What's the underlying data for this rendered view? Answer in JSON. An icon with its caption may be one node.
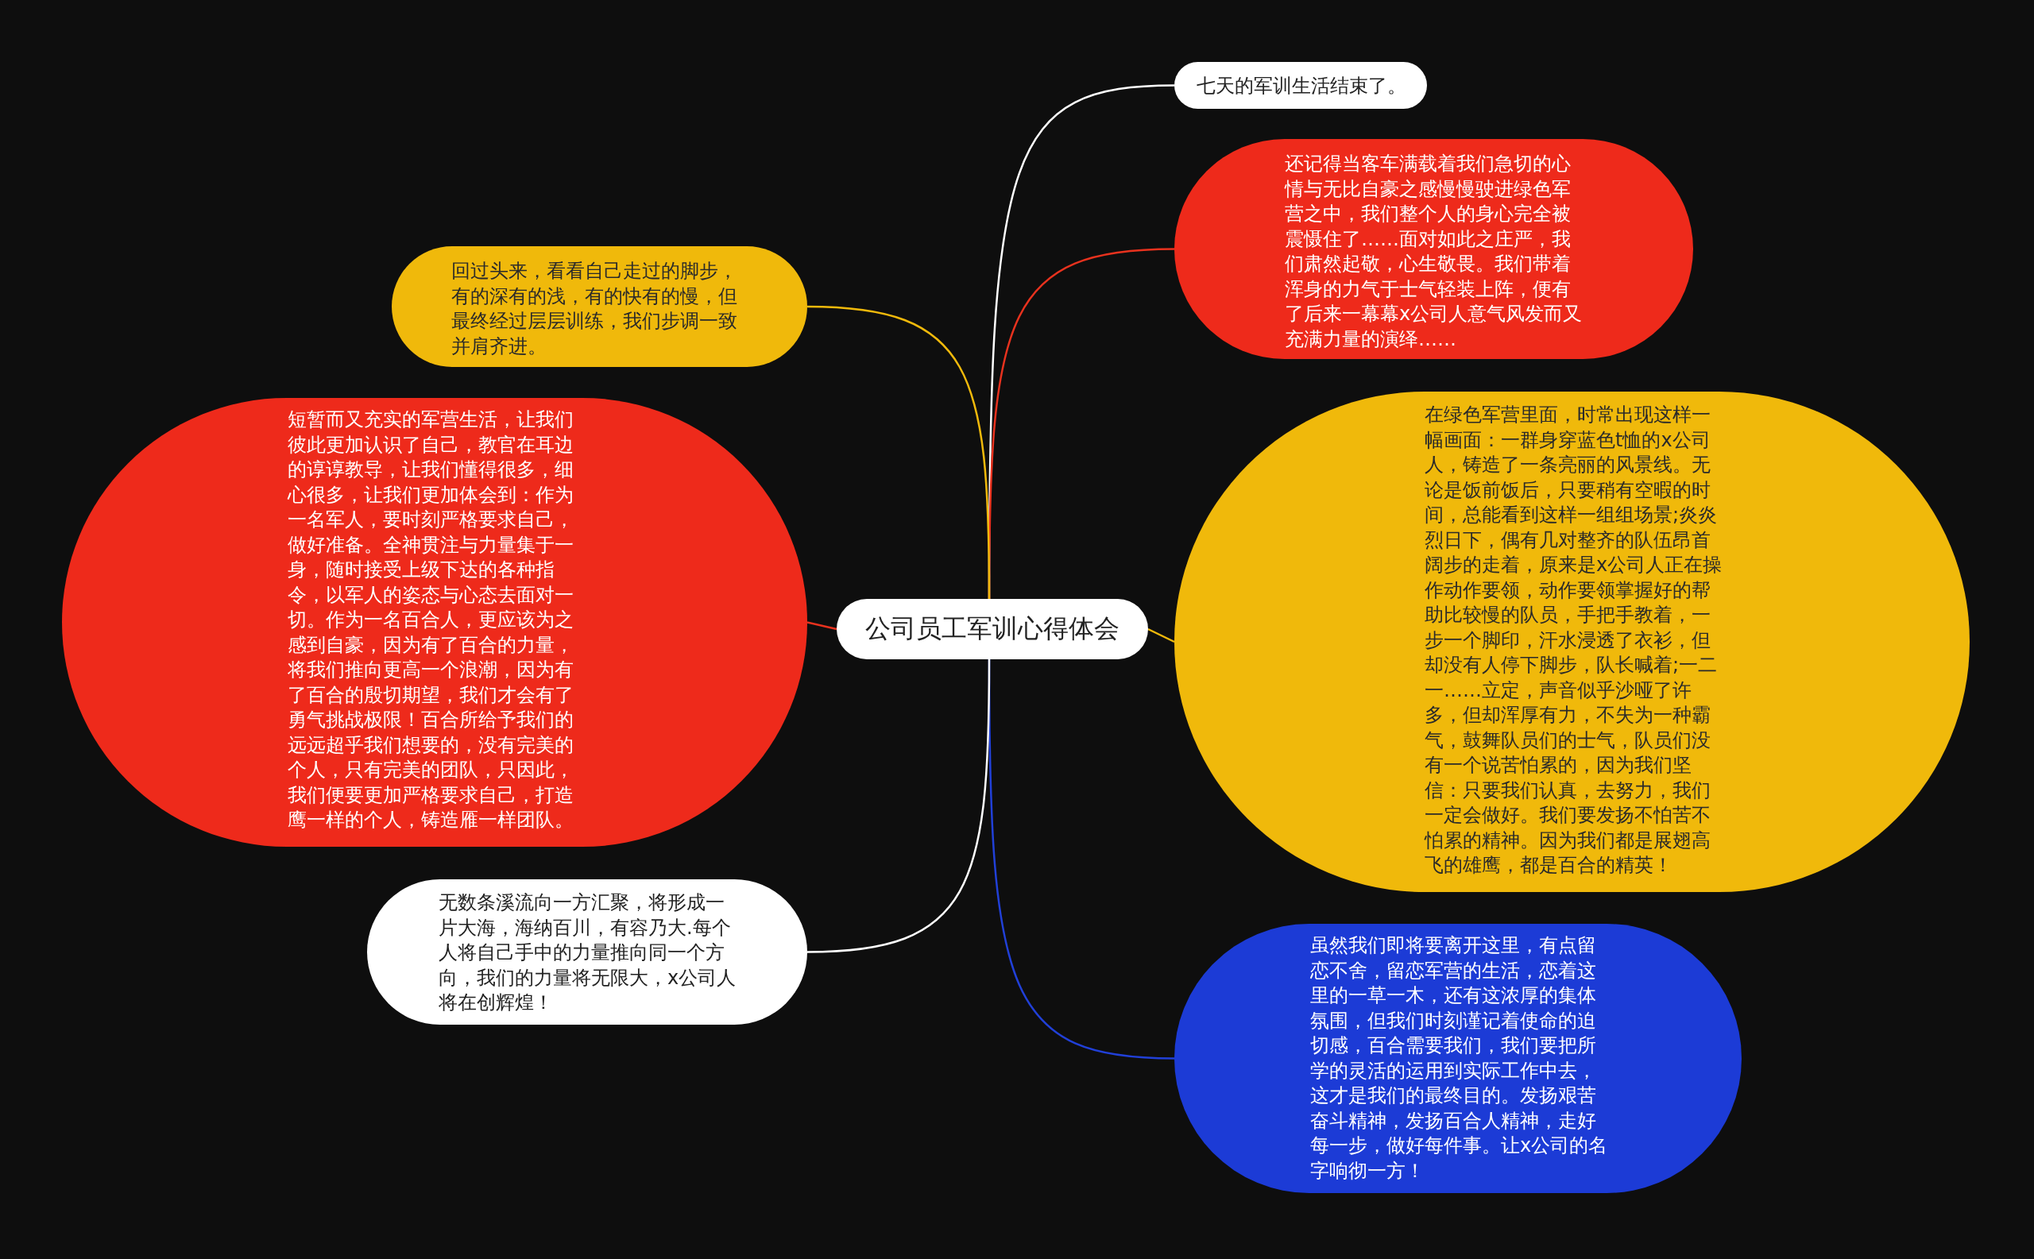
{
  "diagram": {
    "nodes": [
      {
        "text": [
          "公司员工军训心得体会"
        ]
      },
      {
        "text": [
          "七天的军训生活结束了。"
        ]
      },
      {
        "text": [
          "还记得当客车满载着我们急切的心情与无比自豪之感慢慢驶进绿色军营之中，我们整个人的身心完全被震慑住了……面对如此之庄严，我们肃然起敬，心生敬畏。我们带着浑身的力气于士气轻装上阵，便有了后来一幕幕x公司人意气风发而又充满力量的演绎……"
        ]
      },
      {
        "text": [
          "在绿色军营里面，时常出现这样一幅画面：一群身穿蓝色t恤的x公司人，铸造了一条亮丽的风景线。无论是饭前饭后，只要稍有空暇的时间，总能看到这样一组组场景;炎炎烈日下，偶有几对整齐的队伍昂首阔步的走着，原来是x公司人正在操作动作要领，动作要领掌握好的帮助比较慢的队员，手把手教着，一步一个脚印，汗水浸透了衣衫，但却没有人停下脚步，队长喊着;一二一……立定，声音似乎沙哑了许多，但却浑厚有力，不失为一种霸气，鼓舞队员们的士气，队员们没有一个说苦怕累的，因为我们坚信：只要我们认真，去努力，我们一定会做好。我们要发扬不怕苦不怕累的精神。因为我们都是展翅高飞的雄鹰，都是百合的精英！"
        ]
      },
      {
        "text": [
          "虽然我们即将要离开这里，有点留恋不舍，留恋军营的生活，恋着这里的一草一木，还有这浓厚的集体氛围，但我们时刻谨记着使命的迫切感，百合需要我们，我们要把所学的灵活的运用到实际工作中去，这才是我们的最终目的。发扬艰苦奋斗精神，发扬百合人精神，走好每一步，做好每件事。让x公司的名字响彻一方！"
        ]
      },
      {
        "text": [
          "回过头来，看看自己走过的脚步，有的深有的浅，有的快有的慢，但最终经过层层训练，我们步调一致并肩齐进。"
        ]
      },
      {
        "text": [
          "短暂而又充实的军营生活，让我们彼此更加认识了自己，教官在耳边的谆谆教导，让我们懂得很多，细心很多，让我们更加体会到：作为一名军人，要时刻严格要求自己，做好准备。全神贯注与力量集于一身，随时接受上级下达的各种指令，以军人的姿态与心态去面对一切。作为一名百合人，更应该为之感到自豪，因为有了百合的力量，将我们推向更高一个浪潮，因为有了百合的殷切期望，我们才会有了勇气挑战极限！百合所给予我们的远远超乎我们想要的，没有完美的个人，只有完美的团队，只因此，我们便要更加严格要求自己，打造鹰一样的个人，铸造雁一样团队。"
        ]
      },
      {
        "text": [
          "无数条溪流向一方汇聚，将形成一片大海，海纳百川，有容乃大.每个人将自己手中的力量推向同一个方向，我们的力量将无限大，x公司人将在创辉煌！"
        ]
      }
    ],
    "edges": [
      {
        "from": 0,
        "to": 1,
        "arrow": "none",
        "color": "#ffffff"
      },
      {
        "from": 0,
        "to": 2,
        "arrow": "none",
        "color": "#e8321e"
      },
      {
        "from": 0,
        "to": 3,
        "arrow": "none",
        "color": "#f0b90b"
      },
      {
        "from": 0,
        "to": 4,
        "arrow": "none",
        "color": "#2140d8"
      },
      {
        "from": 0,
        "to": 5,
        "arrow": "none",
        "color": "#f0b90b"
      },
      {
        "from": 0,
        "to": 6,
        "arrow": "none",
        "color": "#e8321e"
      },
      {
        "from": 0,
        "to": 7,
        "arrow": "none",
        "color": "#ffffff"
      }
    ]
  }
}
